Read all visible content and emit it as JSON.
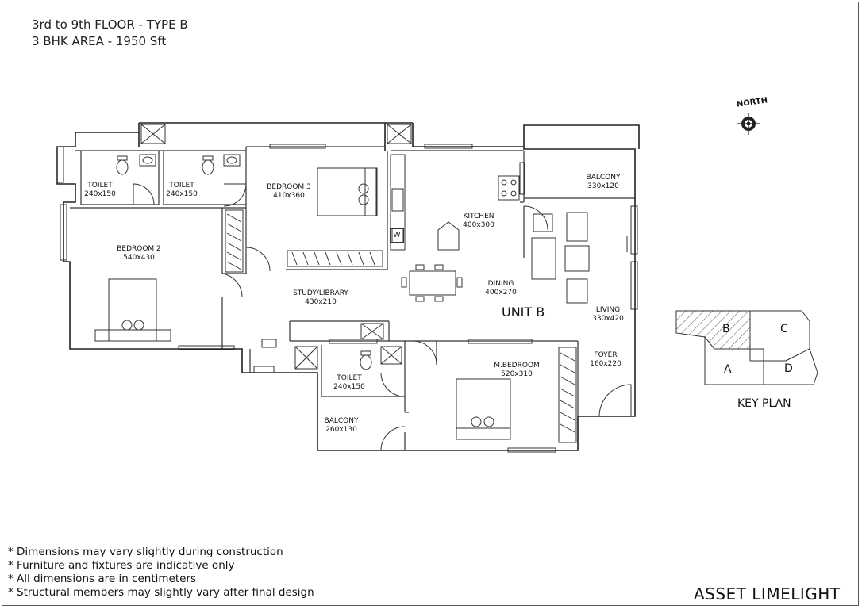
{
  "header": {
    "line1": "3rd to 9th FLOOR - TYPE B",
    "line2": "3 BHK AREA - 1950 Sft"
  },
  "north": {
    "label": "NORTH",
    "icon": "north-compass-icon"
  },
  "unit_label": "UNIT B",
  "rooms": {
    "toilet1": {
      "name": "TOILET",
      "size": "240x150"
    },
    "toilet2": {
      "name": "TOILET",
      "size": "240x150"
    },
    "bedroom3": {
      "name": "BEDROOM 3",
      "size": "410x360"
    },
    "kitchen": {
      "name": "KITCHEN",
      "size": "400x300"
    },
    "balcony1": {
      "name": "BALCONY",
      "size": "330x120"
    },
    "bedroom2": {
      "name": "BEDROOM 2",
      "size": "540x430"
    },
    "study": {
      "name": "STUDY/LIBRARY",
      "size": "430x210"
    },
    "dining": {
      "name": "DINING",
      "size": "400x270"
    },
    "living": {
      "name": "LIVING",
      "size": "330x420"
    },
    "foyer": {
      "name": "FOYER",
      "size": "160x220"
    },
    "toilet3": {
      "name": "TOILET",
      "size": "240x150"
    },
    "mbedroom": {
      "name": "M.BEDROOM",
      "size": "520x310"
    },
    "balcony2": {
      "name": "BALCONY",
      "size": "260x130"
    }
  },
  "kitchen_fixture_label": "W",
  "key_plan": {
    "label": "KEY PLAN",
    "units": [
      "A",
      "B",
      "C",
      "D"
    ],
    "highlighted": "B"
  },
  "notes": [
    "* Dimensions may vary slightly during construction",
    "* Furniture and fixtures are indicative only",
    "* All dimensions are in centimeters",
    "* Structural members may slightly vary after final design"
  ],
  "brand": "ASSET LIMELIGHT"
}
